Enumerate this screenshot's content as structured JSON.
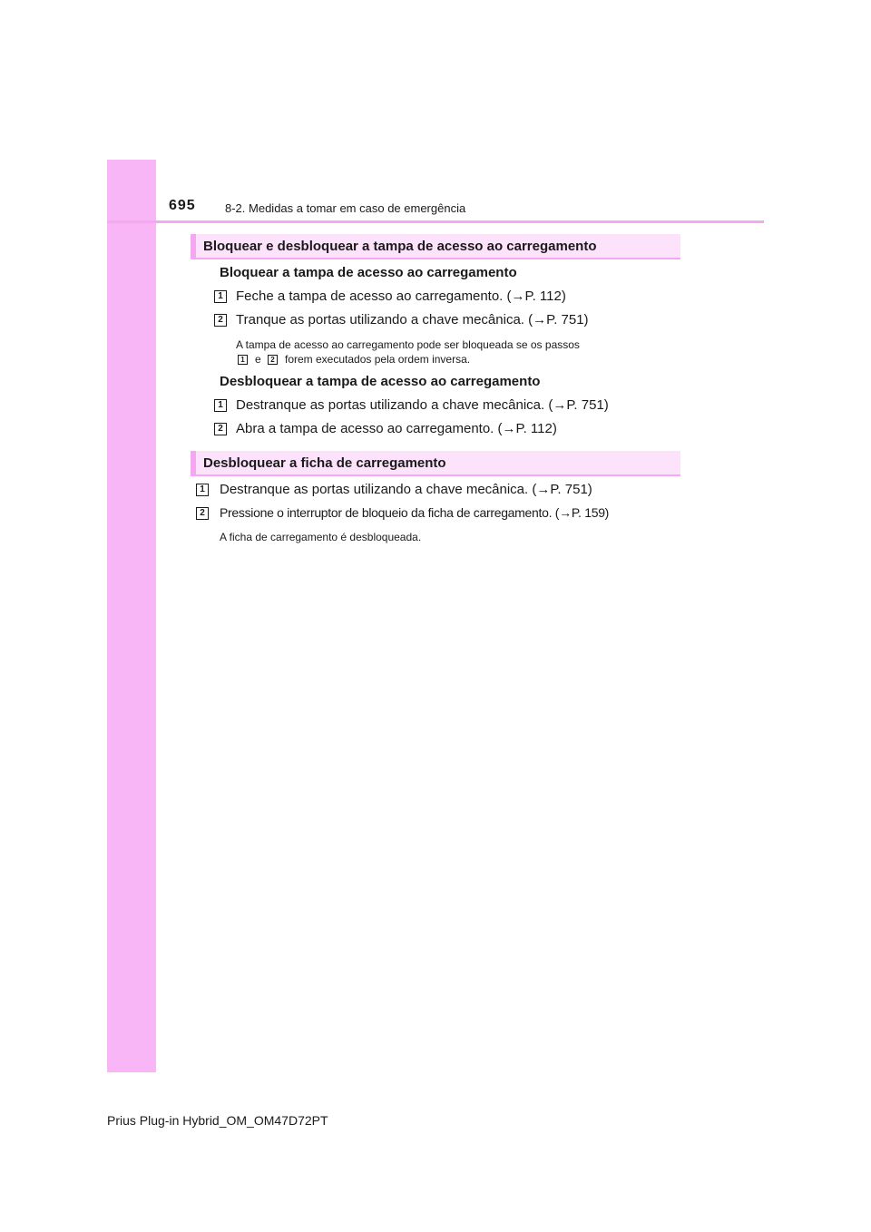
{
  "header": {
    "page_number": "695",
    "section_path": "8-2. Medidas a tomar em caso de emergência"
  },
  "section_lock": {
    "title": "Bloquear e desbloquear a tampa de acesso ao carregamento",
    "lock_heading": "Bloquear a tampa de acesso ao carregamento",
    "lock_steps": [
      {
        "num": "1",
        "text": "Feche a tampa de acesso ao carregamento. (→P. 112)"
      },
      {
        "num": "2",
        "text": "Tranque as portas utilizando a chave mecânica. (→P. 751)"
      }
    ],
    "note_line1": "A tampa de acesso ao carregamento pode ser bloqueada se os passos",
    "note_ref1": "1",
    "note_conj": "e",
    "note_ref2": "2",
    "note_line2": "forem executados pela ordem inversa.",
    "unlock_heading": "Desbloquear a tampa de acesso ao carregamento",
    "unlock_steps": [
      {
        "num": "1",
        "text": "Destranque as portas utilizando a chave mecânica. (→P. 751)"
      },
      {
        "num": "2",
        "text": "Abra a tampa de acesso ao carregamento. (→P. 112)"
      }
    ]
  },
  "section_plug": {
    "title": "Desbloquear a ficha de carregamento",
    "steps": [
      {
        "num": "1",
        "text": "Destranque as portas utilizando a chave mecânica. (→P. 751)"
      },
      {
        "num": "2",
        "text": "Pressione o interruptor de bloqueio da ficha de carregamento. (→P. 159)"
      }
    ],
    "note": "A ficha de carregamento é desbloqueada."
  },
  "footer": {
    "manual_id": "Prius Plug-in Hybrid_OM_OM47D72PT"
  }
}
